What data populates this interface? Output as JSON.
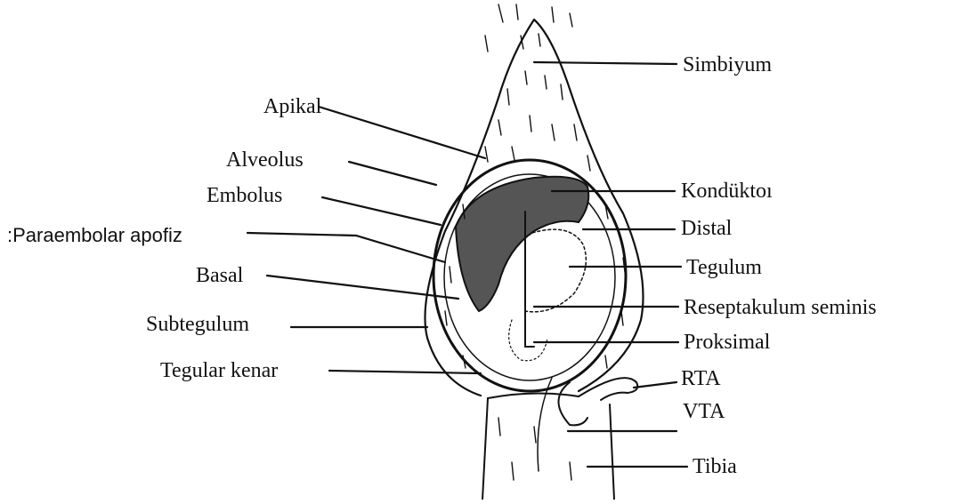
{
  "diagram": {
    "colors": {
      "ink": "#111111",
      "background": "#ffffff"
    },
    "labels": {
      "simbiyum": "Simbiyum",
      "apikal": "Apikal",
      "alveolus": "Alveolus",
      "embolus": "Embolus",
      "paraembolar": ":Paraembolar apofiz",
      "basal": "Basal",
      "subtegulum": "Subtegulum",
      "tegular_kenar": "Tegular kenar",
      "konduktor": "Kondüktoı",
      "distal": "Distal",
      "tegulum": "Tegulum",
      "reseptakulum": "Reseptakulum seminis",
      "proksimal": "Proksimal",
      "rta": "RTA",
      "vta": "VTA",
      "tibia": "Tibia"
    }
  }
}
